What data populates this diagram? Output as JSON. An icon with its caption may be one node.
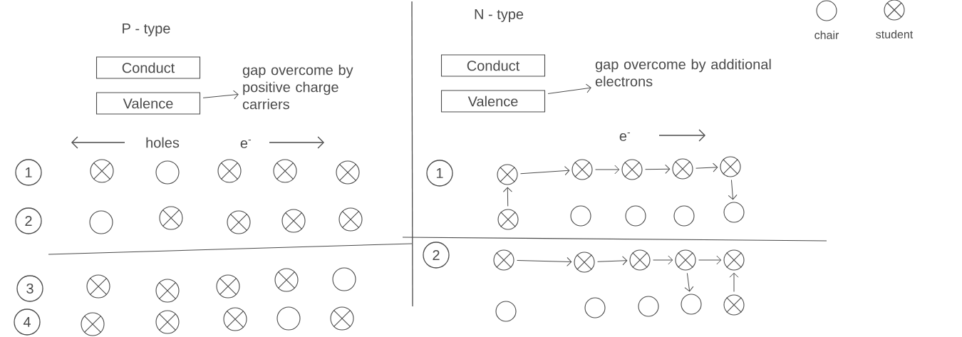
{
  "diagram": {
    "nodes": [
      {
        "text": [
          "Conduct"
        ]
      },
      {
        "text": [
          "Valence"
        ]
      },
      {
        "text": [
          "gap overcome by positive charge carriers"
        ]
      },
      {
        "text": [
          "Conduct"
        ]
      },
      {
        "text": [
          "Valence"
        ]
      },
      {
        "text": [
          "gap overcome by additional electrons"
        ]
      },
      {
        "text": [
          "1"
        ]
      },
      {
        "text": [],
        "shape": "crossed-circle"
      },
      {
        "text": [],
        "shape": "circle"
      },
      {
        "text": [],
        "shape": "crossed-circle"
      },
      {
        "text": [],
        "shape": "crossed-circle"
      },
      {
        "text": [],
        "shape": "crossed-circle"
      },
      {
        "text": [
          "2"
        ]
      },
      {
        "text": [],
        "shape": "circle"
      },
      {
        "text": [],
        "shape": "crossed-circle"
      },
      {
        "text": [],
        "shape": "crossed-circle"
      },
      {
        "text": [],
        "shape": "crossed-circle"
      },
      {
        "text": [],
        "shape": "crossed-circle"
      },
      {
        "text": [
          "3"
        ]
      },
      {
        "text": [],
        "shape": "crossed-circle"
      },
      {
        "text": [],
        "shape": "crossed-circle"
      },
      {
        "text": [],
        "shape": "crossed-circle"
      },
      {
        "text": [],
        "shape": "crossed-circle"
      },
      {
        "text": [],
        "shape": "circle"
      },
      {
        "text": [
          "4"
        ]
      },
      {
        "text": [],
        "shape": "crossed-circle"
      },
      {
        "text": [],
        "shape": "crossed-circle"
      },
      {
        "text": [],
        "shape": "crossed-circle"
      },
      {
        "text": [],
        "shape": "circle"
      },
      {
        "text": [],
        "shape": "crossed-circle"
      },
      {
        "text": [
          "1"
        ]
      },
      {
        "text": [],
        "shape": "crossed-circle"
      },
      {
        "text": [],
        "shape": "crossed-circle"
      },
      {
        "text": [],
        "shape": "crossed-circle"
      },
      {
        "text": [],
        "shape": "crossed-circle"
      },
      {
        "text": [],
        "shape": "crossed-circle"
      },
      {
        "text": [],
        "shape": "crossed-circle"
      },
      {
        "text": [],
        "shape": "circle"
      },
      {
        "text": [],
        "shape": "circle"
      },
      {
        "text": [],
        "shape": "circle"
      },
      {
        "text": [],
        "shape": "circle"
      },
      {
        "text": [
          "2"
        ]
      },
      {
        "text": [],
        "shape": "crossed-circle"
      },
      {
        "text": [],
        "shape": "crossed-circle"
      },
      {
        "text": [],
        "shape": "crossed-circle"
      },
      {
        "text": [],
        "shape": "crossed-circle"
      },
      {
        "text": [],
        "shape": "crossed-circle"
      },
      {
        "text": [],
        "shape": "circle"
      },
      {
        "text": [],
        "shape": "circle"
      },
      {
        "text": [],
        "shape": "circle"
      },
      {
        "text": [],
        "shape": "circle"
      },
      {
        "text": [],
        "shape": "crossed-circle"
      }
    ],
    "edges": [
      {
        "from": 1,
        "to": 2,
        "arrow": "to"
      },
      {
        "from": 4,
        "to": 5,
        "arrow": "to"
      },
      {
        "from": 31,
        "to": 32,
        "arrow": "to"
      },
      {
        "from": 32,
        "to": 33,
        "arrow": "to"
      },
      {
        "from": 33,
        "to": 34,
        "arrow": "to"
      },
      {
        "from": 34,
        "to": 35,
        "arrow": "to"
      },
      {
        "from": 35,
        "to": 40,
        "arrow": "to"
      },
      {
        "from": 36,
        "to": 31,
        "arrow": "to"
      },
      {
        "from": 42,
        "to": 43,
        "arrow": "to"
      },
      {
        "from": 43,
        "to": 44,
        "arrow": "to"
      },
      {
        "from": 44,
        "to": 45,
        "arrow": "to"
      },
      {
        "from": 45,
        "to": 46,
        "arrow": "to"
      },
      {
        "from": 45,
        "to": 50,
        "arrow": "to"
      },
      {
        "from": 51,
        "to": 46,
        "arrow": "to"
      }
    ],
    "labels": [
      "P - type",
      "N - type",
      "holes",
      "e$^{-}$",
      "e$^{-}$"
    ],
    "legend": [
      {
        "text": "chair"
      },
      {
        "text": "student"
      }
    ]
  }
}
